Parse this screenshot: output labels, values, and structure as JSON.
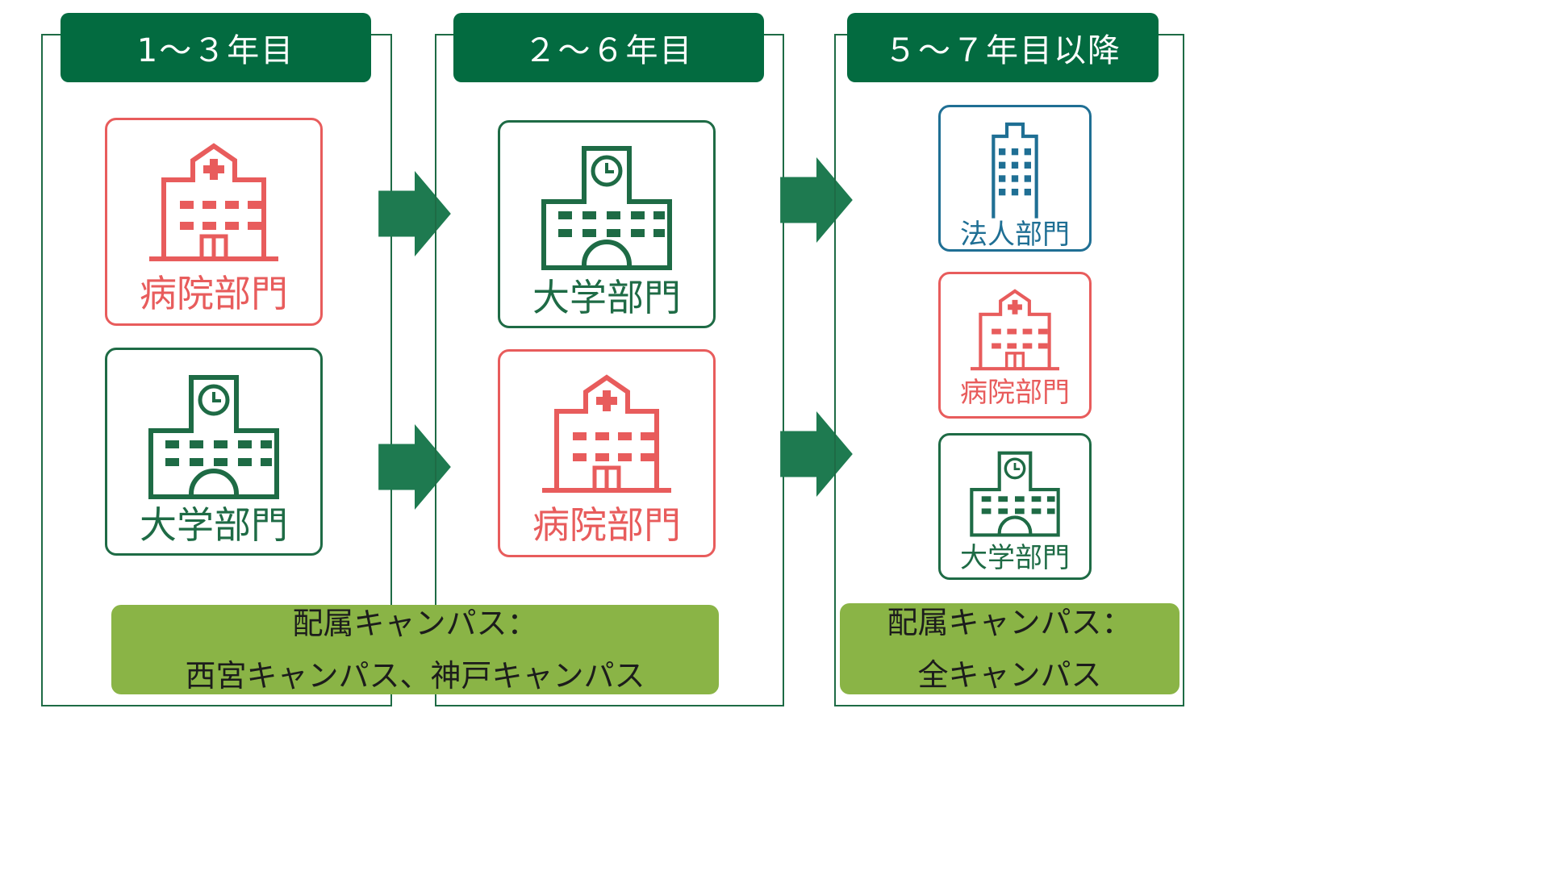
{
  "colors": {
    "primary_green": "#036b40",
    "hospital_red": "#e85c5c",
    "corporate_blue": "#1f6f94",
    "campus_olive": "#8ab446"
  },
  "stages": [
    {
      "header": "1～３年目",
      "cards": [
        {
          "label": "病院部門",
          "icon": "hospital-icon"
        },
        {
          "label": "大学部門",
          "icon": "university-icon"
        }
      ]
    },
    {
      "header": "２～６年目",
      "cards": [
        {
          "label": "大学部門",
          "icon": "university-icon"
        },
        {
          "label": "病院部門",
          "icon": "hospital-icon"
        }
      ]
    },
    {
      "header": "５～７年目以降",
      "cards": [
        {
          "label": "法人部門",
          "icon": "office-building-icon"
        },
        {
          "label": "病院部門",
          "icon": "hospital-icon"
        },
        {
          "label": "大学部門",
          "icon": "university-icon"
        }
      ]
    }
  ],
  "campus_boxes": [
    {
      "line1": "配属キャンパス：",
      "line2": "西宮キャンパス、神戸キャンパス"
    },
    {
      "line1": "配属キャンパス：",
      "line2": "全キャンパス"
    }
  ]
}
